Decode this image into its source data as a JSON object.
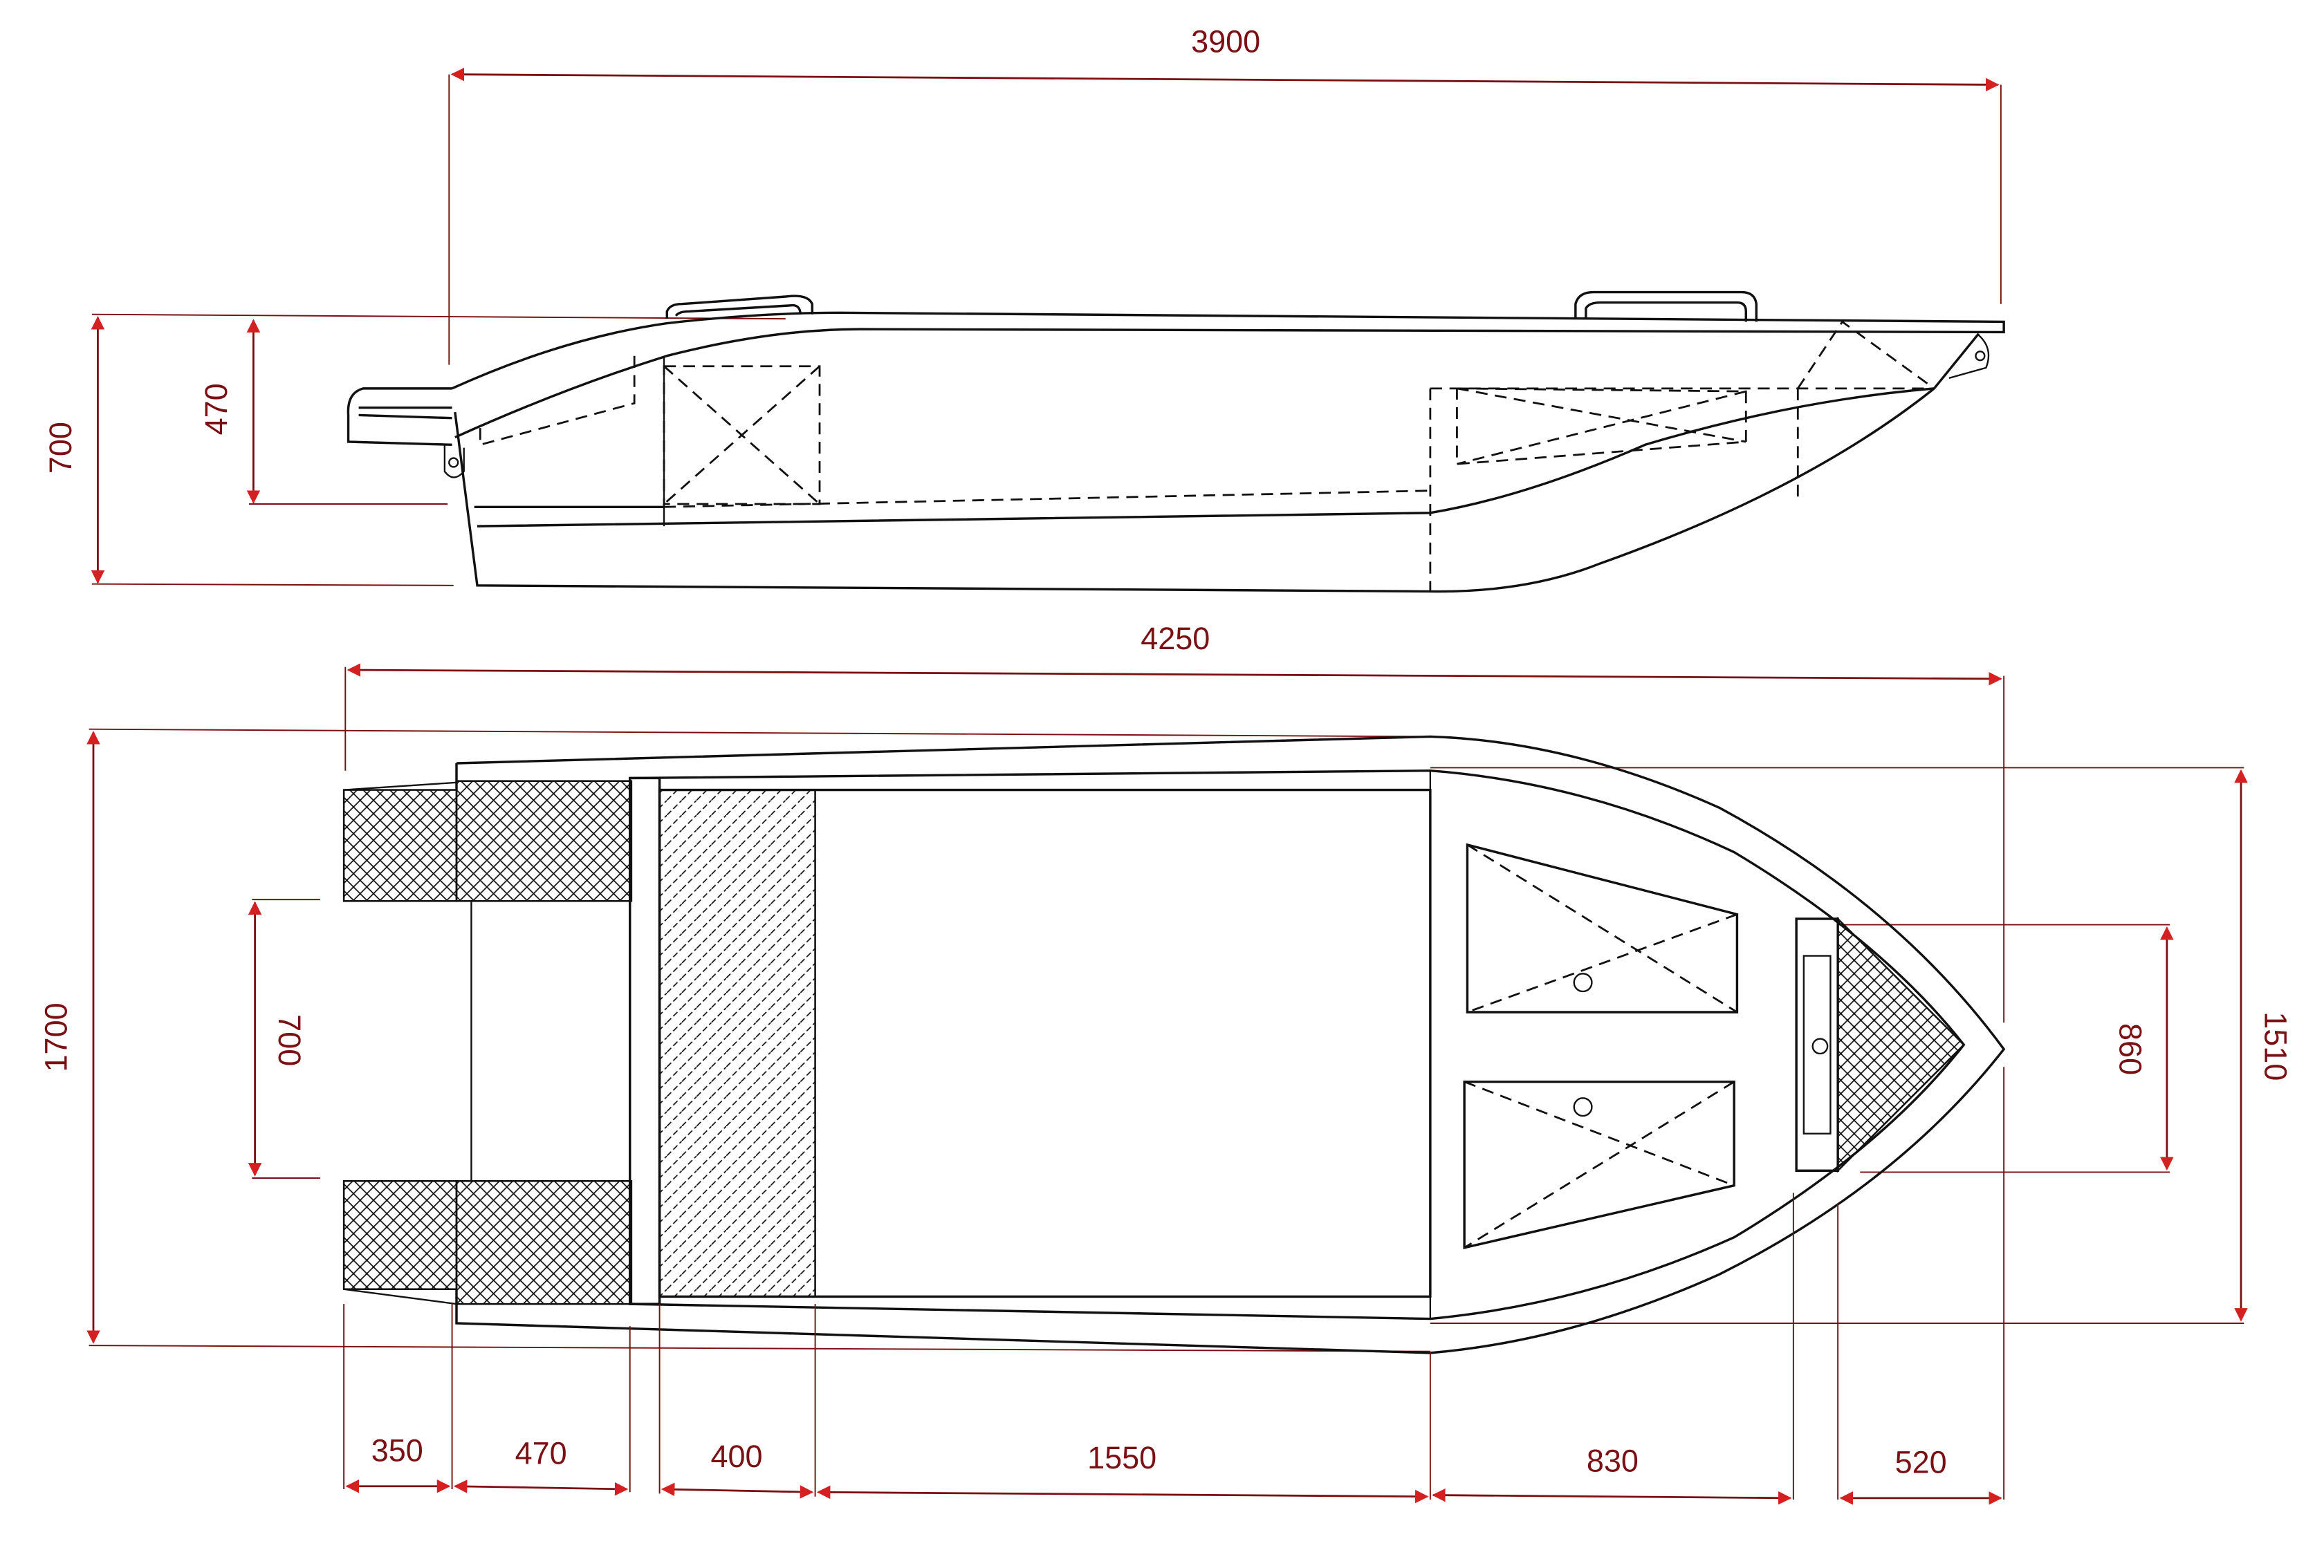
{
  "drawing": {
    "side_view": {
      "length_label": "3900",
      "height_total_label": "700",
      "height_inner_label": "470"
    },
    "top_view": {
      "overall_length_label": "4250",
      "overall_width_label": "1700",
      "transom_gap_label": "700",
      "bow_width_label": "1510",
      "bow_inner_label": "860",
      "segments": [
        "350",
        "470",
        "400",
        "1550",
        "830",
        "520"
      ]
    },
    "colors": {
      "dimension": "#7a1014",
      "arrow": "#d42020",
      "line": "#111111"
    }
  }
}
